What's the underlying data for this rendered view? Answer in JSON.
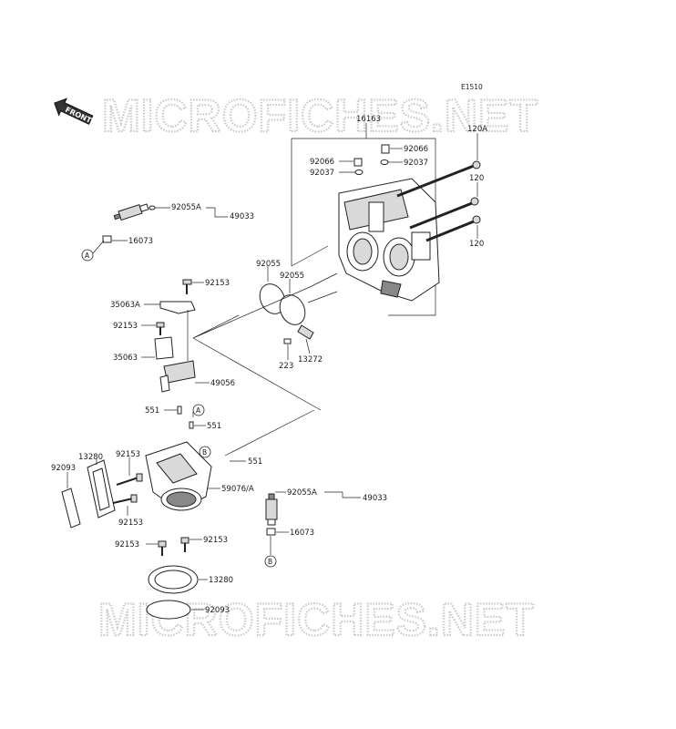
{
  "diagram": {
    "code": "E1510",
    "front_label": "FRONT",
    "watermark_top": "MICROFICHES.NET",
    "watermark_bottom": "MICROFICHES.NET",
    "callouts": {
      "A": "A",
      "B": "B"
    },
    "labels": {
      "p16163": "16163",
      "p120A": "120A",
      "p92066a": "92066",
      "p92066b": "92066",
      "p92037a": "92037",
      "p92037b": "92037",
      "p120a": "120",
      "p120b": "120",
      "p92055A_top": "92055A",
      "p49033_top": "49033",
      "p16073_top": "16073",
      "p92055a": "92055",
      "p92055b": "92055",
      "p92153_1": "92153",
      "p35063A": "35063A",
      "p92153_2": "92153",
      "p35063": "35063",
      "p49056": "49056",
      "p223": "223",
      "p13272": "13272",
      "p551_1": "551",
      "p551_2": "551",
      "p551_3": "551",
      "p13280_top": "13280",
      "p92153_3": "92153",
      "p92093_top": "92093",
      "p59076A": "59076/A",
      "p92055A_bot": "92055A",
      "p49033_bot": "49033",
      "p92153_4": "92153",
      "p92153_5": "92153",
      "p92153_6": "92153",
      "p16073_bot": "16073",
      "p13280_bot": "13280",
      "p92093_bot": "92093"
    }
  }
}
